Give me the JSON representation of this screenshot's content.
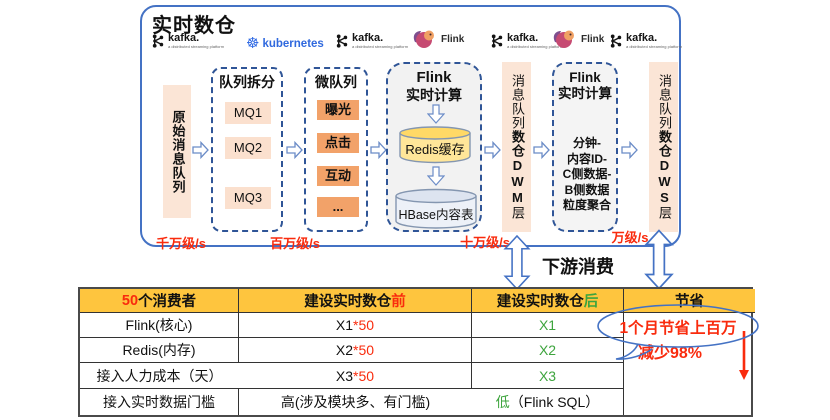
{
  "diagram": {
    "title": "实时数仓",
    "logos": {
      "kafka_text": "kafka.",
      "kafka_tagline": "a distributed streaming platform",
      "kubernetes_text": "kubernetes",
      "flink_text": "Flink"
    },
    "source_bar": "原始消息队列",
    "queue_split": {
      "title": "队列拆分",
      "items": [
        "MQ1",
        "MQ2",
        "MQ3"
      ]
    },
    "micro_queue": {
      "title": "微队列",
      "items": [
        "曝光",
        "点击",
        "互动",
        "..."
      ]
    },
    "flink_calc1": {
      "title_line1": "Flink",
      "title_line2": "实时计算",
      "redis": "Redis缓存",
      "hbase": "HBase内容表"
    },
    "dwm_bar": {
      "normal": "消息队列",
      "bold": "数仓DWM",
      "tail": "层"
    },
    "flink_calc2": {
      "title_line1": "Flink",
      "title_line2": "实时计算",
      "body": "分钟-\n内容ID-\nC侧数据-\nB侧数据\n粒度聚合"
    },
    "dws_bar": {
      "normal": "消息队列",
      "bold": "数仓DWS",
      "tail": "层"
    },
    "rates": [
      "千万级/s",
      "百万级/s",
      "十万级/s",
      "万级/s"
    ],
    "downstream_label": "下游消费"
  },
  "table": {
    "headers": {
      "consumers_red": "50",
      "consumers_black": "个消费者",
      "before_black": "建设实时数仓",
      "before_red": "前",
      "after_black": "建设实时数仓",
      "after_green": "后",
      "savings": "节省"
    },
    "rows": [
      {
        "label": "Flink(核心)",
        "before_base": "X1",
        "before_mult": "*50",
        "after_green": "X1",
        "after_black": ""
      },
      {
        "label": "Redis(内存)",
        "before_base": "X2",
        "before_mult": "*50",
        "after_green": "X2",
        "after_black": ""
      },
      {
        "label": "接入人力成本（天）",
        "before_base": "X3",
        "before_mult": "*50",
        "after_green": "X3",
        "after_black": ""
      },
      {
        "label": "接入实时数据门槛",
        "before_base": "高(涉及模块多、有门槛)",
        "before_mult": "",
        "after_green": "低",
        "after_black": "（Flink SQL）"
      }
    ],
    "savings_bubble": "1个月节省上百万",
    "savings_note": "减少98%"
  },
  "colors": {
    "frame_blue": "#4472C4",
    "dashed_blue": "#2F5597",
    "peach": "#FBE5D6",
    "orange_item": "#F2A269",
    "redis_yellow": "#FFE699",
    "header_gold": "#FEC53E",
    "red": "#F92B0D",
    "green": "#3DA43D",
    "kubernetes_blue": "#326CE5"
  }
}
